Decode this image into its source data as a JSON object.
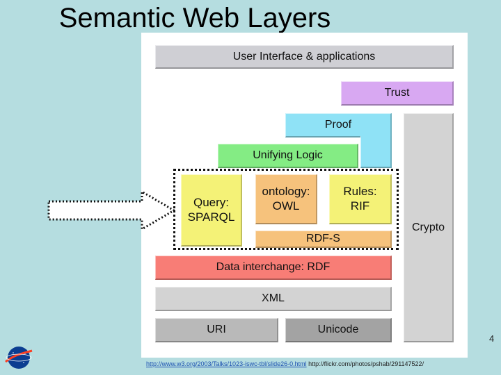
{
  "slide": {
    "title": "Semantic Web Layers",
    "page_number": "4"
  },
  "layers": {
    "ui": "User Interface & applications",
    "trust": "Trust",
    "proof": "Proof",
    "logic": "Unifying Logic",
    "query_line1": "Query:",
    "query_line2": "SPARQL",
    "ontology_line1": "ontology:",
    "ontology_line2": "OWL",
    "rules_line1": "Rules:",
    "rules_line2": "RIF",
    "rdfs": "RDF-S",
    "rdf": "Data interchange: RDF",
    "xml": "XML",
    "uri": "URI",
    "unicode": "Unicode",
    "crypto": "Crypto"
  },
  "colors": {
    "ui": "#cfcfd4",
    "trust": "#d8a8f2",
    "proof": "#8fe2f6",
    "logic": "#84ec84",
    "query": "#f4f277",
    "owl": "#f6c27c",
    "rules": "#f4f277",
    "rdfs": "#f6c27c",
    "rdf": "#f87d76",
    "xml": "#d3d3d3",
    "uri": "#b9b9b9",
    "unicode": "#a3a3a3",
    "crypto": "#d3d3d3"
  },
  "footer": {
    "link_text": "http://www.w3.org/2003/Talks/1023-iswc-tbl/slide26-0.html",
    "source_text": "http://flickr.com/photos/pshab/291147522/"
  }
}
